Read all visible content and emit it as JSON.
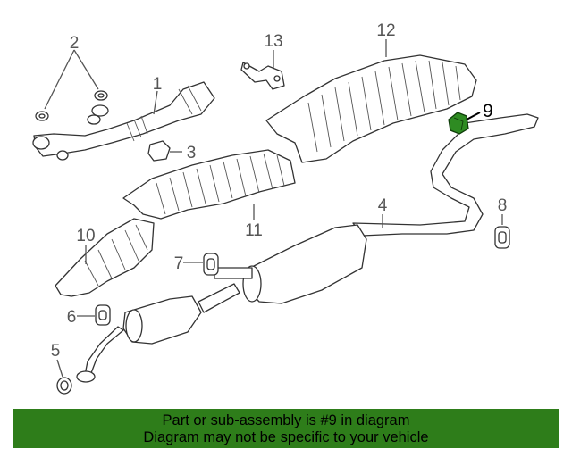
{
  "diagram": {
    "callouts": [
      "1",
      "2",
      "3",
      "4",
      "5",
      "6",
      "7",
      "8",
      "9",
      "10",
      "11",
      "12",
      "13"
    ],
    "highlight_part": "9",
    "colors": {
      "highlight": "#2e8b22",
      "banner": "#2e7d1a",
      "line": "#333333"
    }
  },
  "banner": {
    "line1": "Part or sub-assembly is #9 in diagram",
    "line2": "Diagram may not be specific to your vehicle"
  }
}
